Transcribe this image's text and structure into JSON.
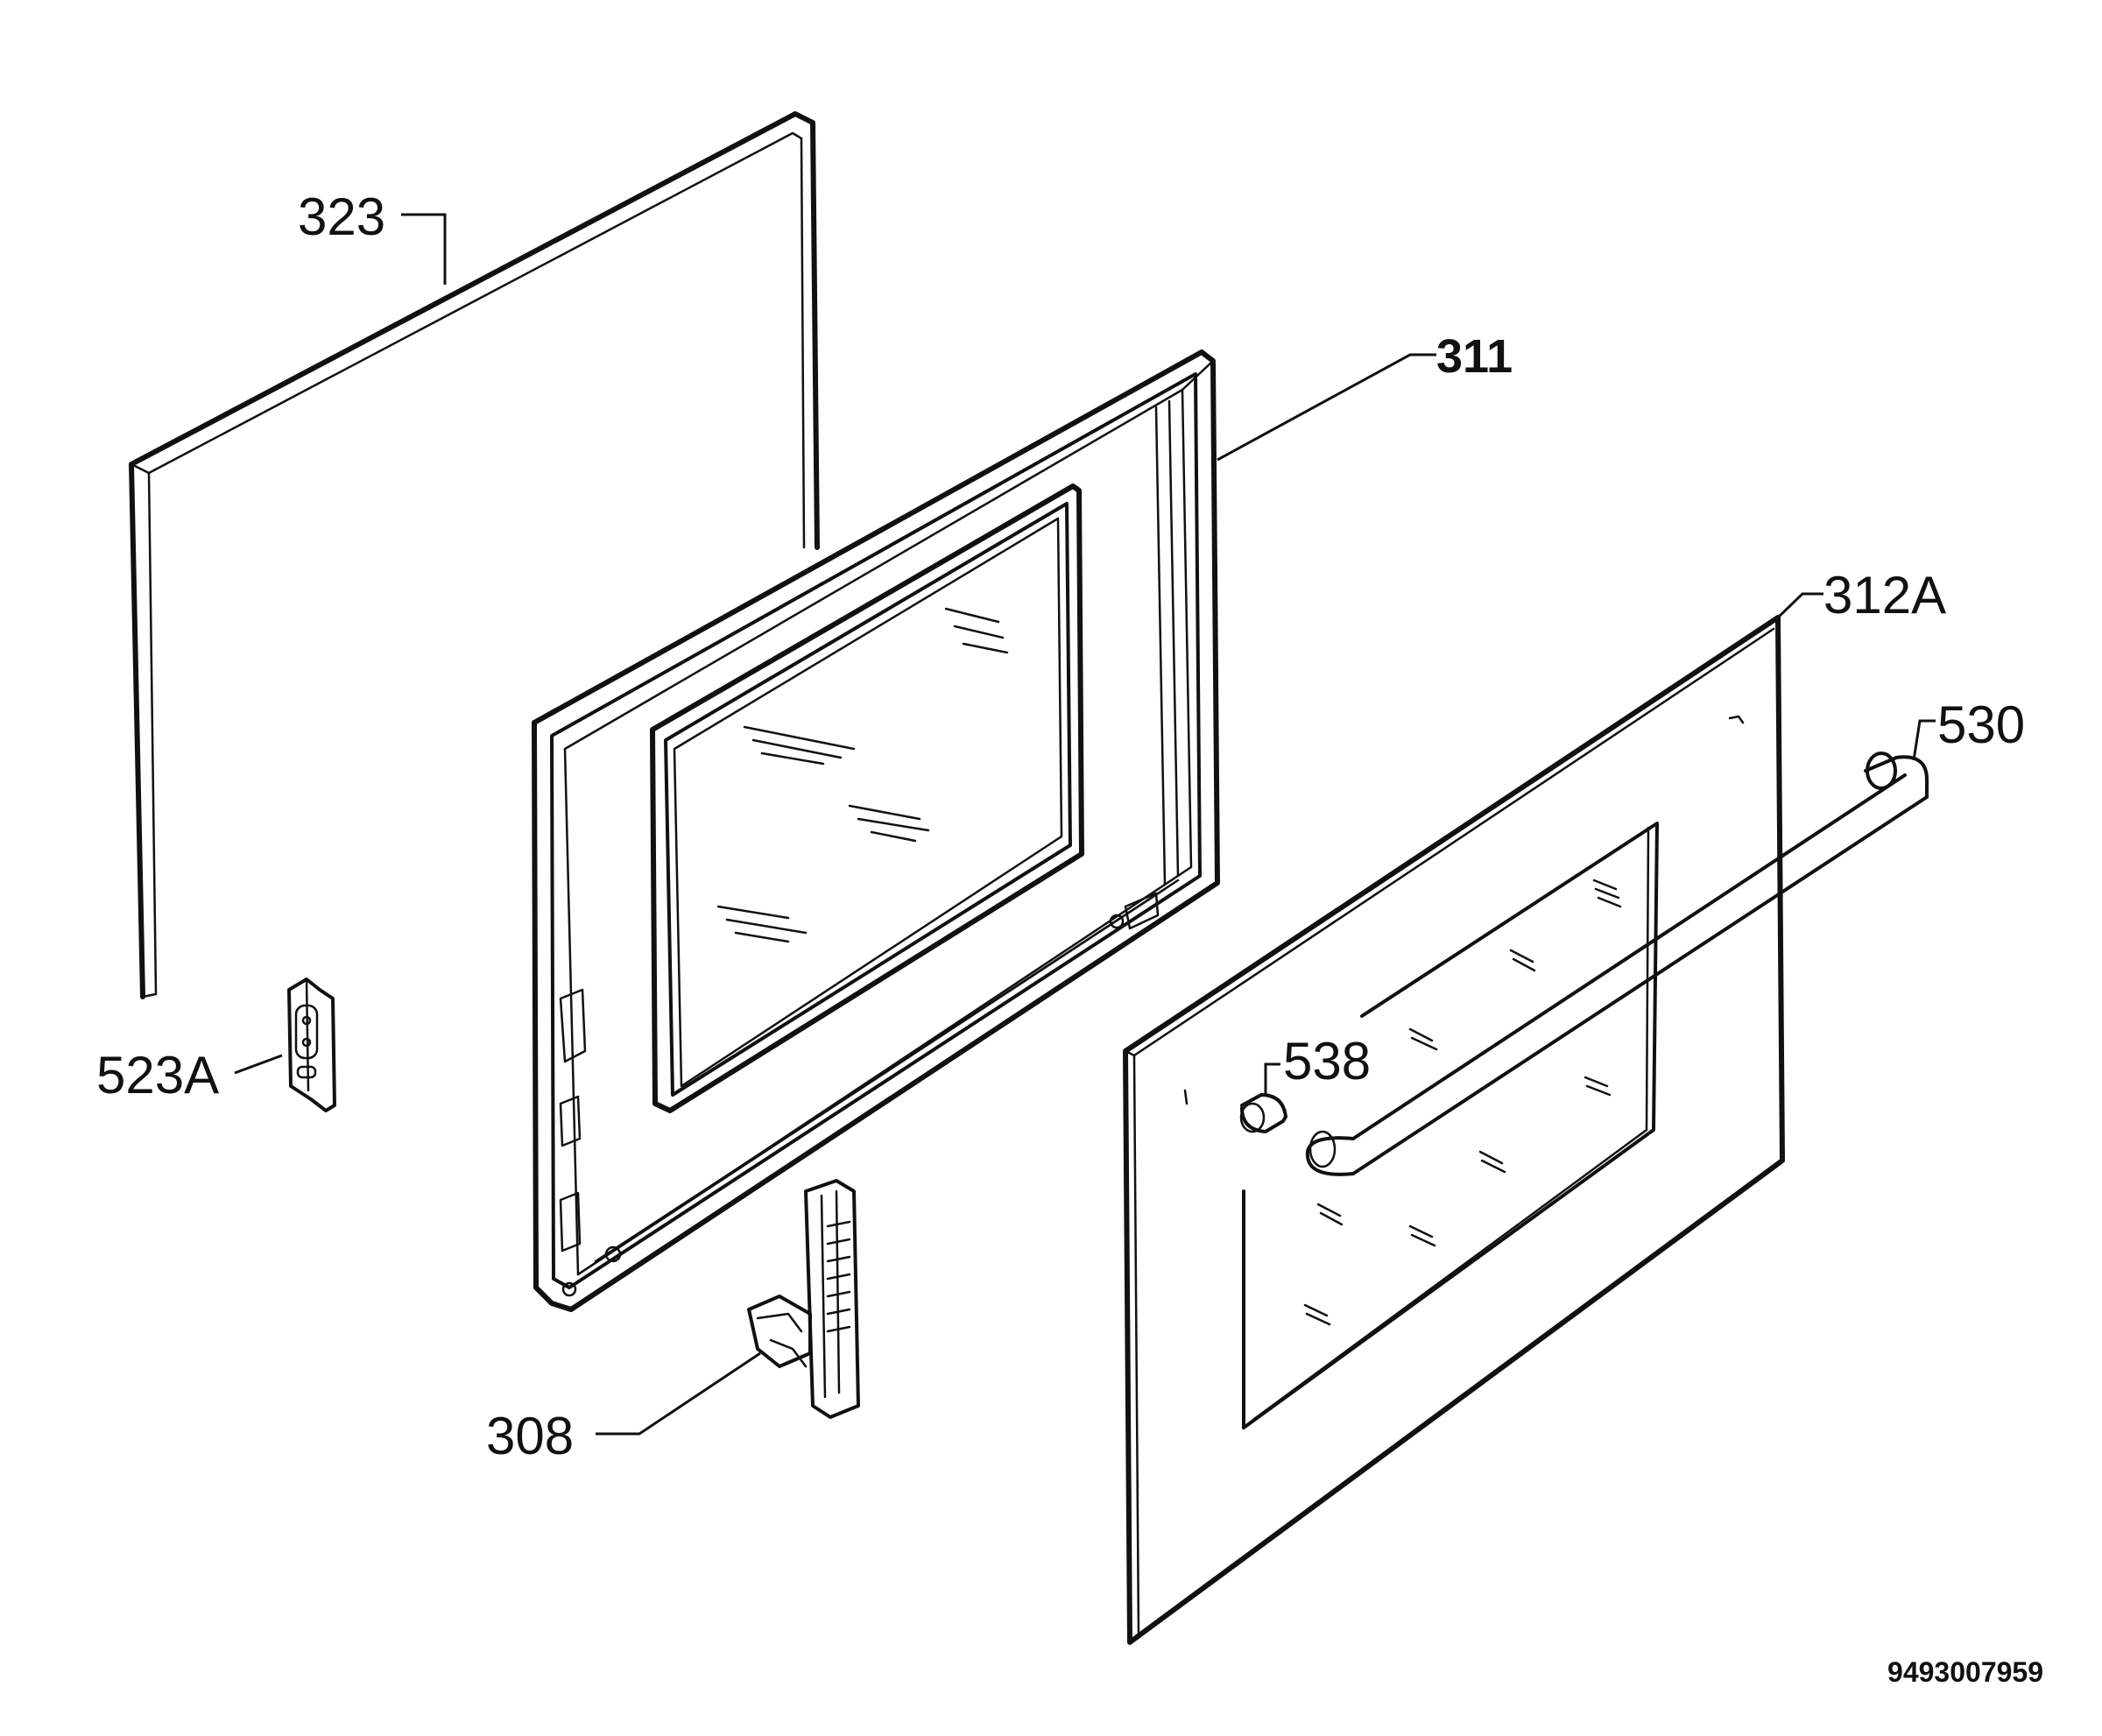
{
  "diagram": {
    "labels": {
      "gasket": "323",
      "inner_frame": "311",
      "outer_panel": "312A",
      "handle": "530",
      "latch": "523A",
      "handle_support": "538",
      "hinge": "308"
    },
    "drawing_code": "9493007959"
  }
}
